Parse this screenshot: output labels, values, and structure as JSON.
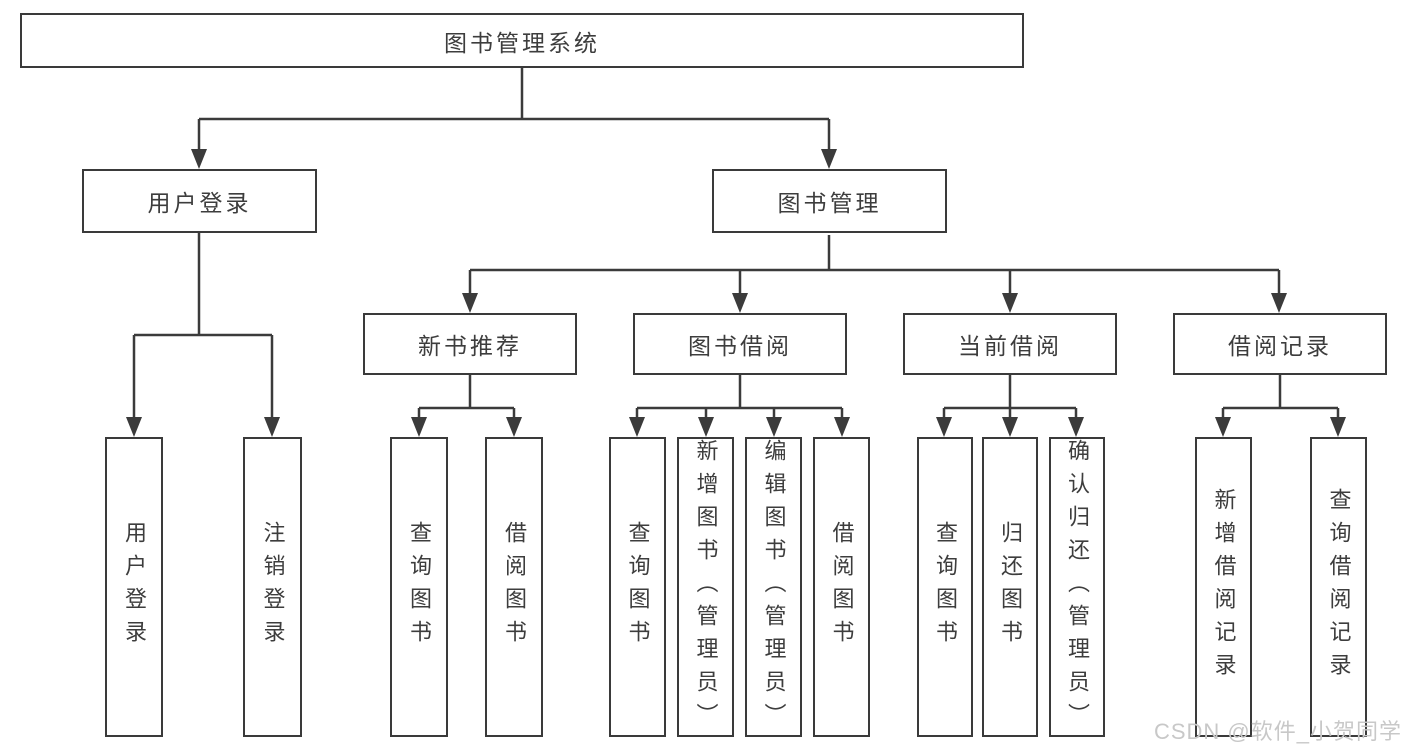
{
  "diagram": {
    "root": {
      "label": "图书管理系统"
    },
    "level2": [
      {
        "label": "用户登录"
      },
      {
        "label": "图书管理"
      }
    ],
    "level3": [
      {
        "label": "新书推荐"
      },
      {
        "label": "图书借阅"
      },
      {
        "label": "当前借阅"
      },
      {
        "label": "借阅记录"
      }
    ],
    "leaves": [
      {
        "label": "用户登录"
      },
      {
        "label": "注销登录"
      },
      {
        "label": "查询图书"
      },
      {
        "label": "借阅图书"
      },
      {
        "label": "查询图书"
      },
      {
        "label": "新增图书（管理员）"
      },
      {
        "label": "编辑图书（管理员）"
      },
      {
        "label": "借阅图书"
      },
      {
        "label": "查询图书"
      },
      {
        "label": "归还图书"
      },
      {
        "label": "确认归还（管理员）"
      },
      {
        "label": "新增借阅记录"
      },
      {
        "label": "查询借阅记录"
      }
    ]
  },
  "watermark": {
    "text": "CSDN @软件_小贺同学"
  },
  "colors": {
    "line": "#3b3b3b",
    "text": "#3d3d3d",
    "background": "#ffffff",
    "watermark": "#c8c8c8"
  }
}
